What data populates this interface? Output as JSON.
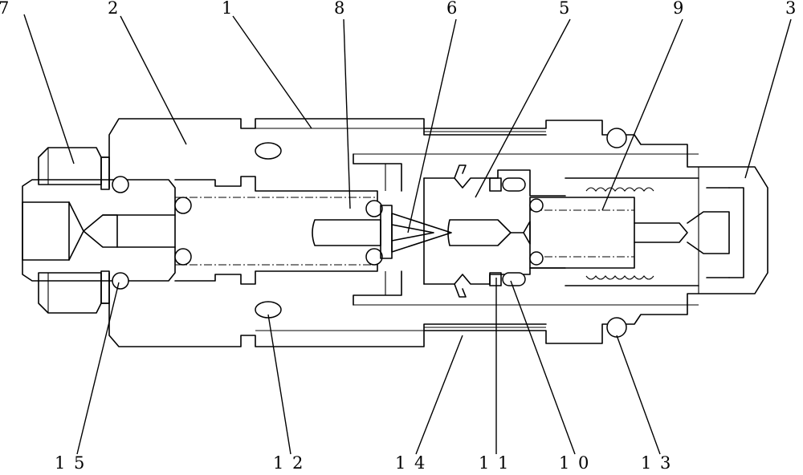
{
  "callouts": {
    "top": [
      "7",
      "2",
      "1",
      "8",
      "6",
      "5",
      "9",
      "3"
    ],
    "bottom": [
      "1 5",
      "1 2",
      "1 4",
      "1 1",
      "1 0",
      "1 3"
    ]
  },
  "colors": {
    "line": "#000000",
    "background": "#ffffff"
  }
}
